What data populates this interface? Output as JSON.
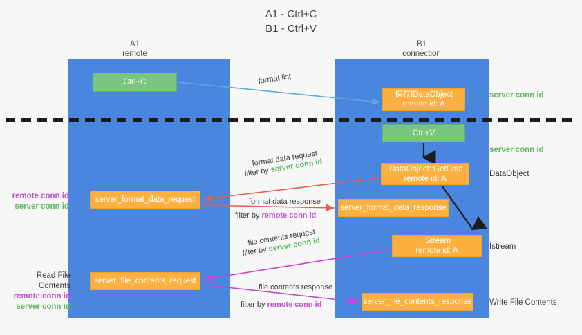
{
  "title": {
    "line1": "A1 - Ctrl+C",
    "line2": "B1 - Ctrl+V"
  },
  "columns": {
    "left": {
      "name": "A1",
      "role": "remote"
    },
    "right": {
      "name": "B1",
      "role": "connection"
    }
  },
  "nodes": {
    "ctrl_c": {
      "label": "Ctrl+C",
      "color": "#79c67f"
    },
    "save_dataobject": {
      "label": "保存IDataObject",
      "sub": "remote id: A",
      "color": "#fbb040"
    },
    "ctrl_v": {
      "label": "Ctrl+V",
      "color": "#79c67f"
    },
    "getdata": {
      "label": "IDataObject::GetData",
      "sub": "remote id: A",
      "color": "#fbb040"
    },
    "istream": {
      "label": "IStream",
      "sub": "remote id: A",
      "color": "#fbb040"
    },
    "server_format_data_request": {
      "label": "server_format_data_request",
      "color": "#fbb040"
    },
    "server_format_data_response": {
      "label": "server_format_data_response",
      "color": "#fbb040"
    },
    "server_file_contents_request": {
      "label": "server_file_contents_request",
      "color": "#fbb040"
    },
    "server_file_contents_response": {
      "label": "server_file_contents_response",
      "color": "#fbb040"
    }
  },
  "edges": {
    "format_list": "format list",
    "format_data_request": "format data request",
    "format_data_request_filter_prefix": "filter by ",
    "format_data_request_filter_key": "server conn id",
    "format_data_response": "format data response",
    "format_data_response_filter_prefix": "filter by ",
    "format_data_response_filter_key": "remote conn id",
    "file_contents_request": "file contents request",
    "file_contents_request_filter_prefix": "filter by ",
    "file_contents_request_filter_key": "server conn id",
    "file_contents_response": "file contents response",
    "file_contents_response_filter_prefix": "filter by ",
    "file_contents_response_filter_key": "remote conn id"
  },
  "side_labels": {
    "server_conn_id_top": "server conn id",
    "server_conn_id_mid": "server conn id",
    "dataobject": "DataObject",
    "istream": "Istream",
    "write_file_contents": "Write File Contents",
    "read_file_contents": "Read File Contents",
    "remote_conn_id": "remote conn id",
    "server_conn_id": "server conn id"
  },
  "colors": {
    "lane": "#4a86dd",
    "green": "#79c67f",
    "orange": "#fbb040",
    "green_text": "#5cb860",
    "magenta_text": "#c24fd4",
    "arrow_blue": "#5ba9e0",
    "arrow_red": "#e2604a",
    "arrow_magenta": "#cf3fd6",
    "arrow_purple": "#9b4fc0",
    "arrow_black": "#1c1c1c",
    "divider": "#1c1c1c",
    "background": "#f7f7f7"
  }
}
